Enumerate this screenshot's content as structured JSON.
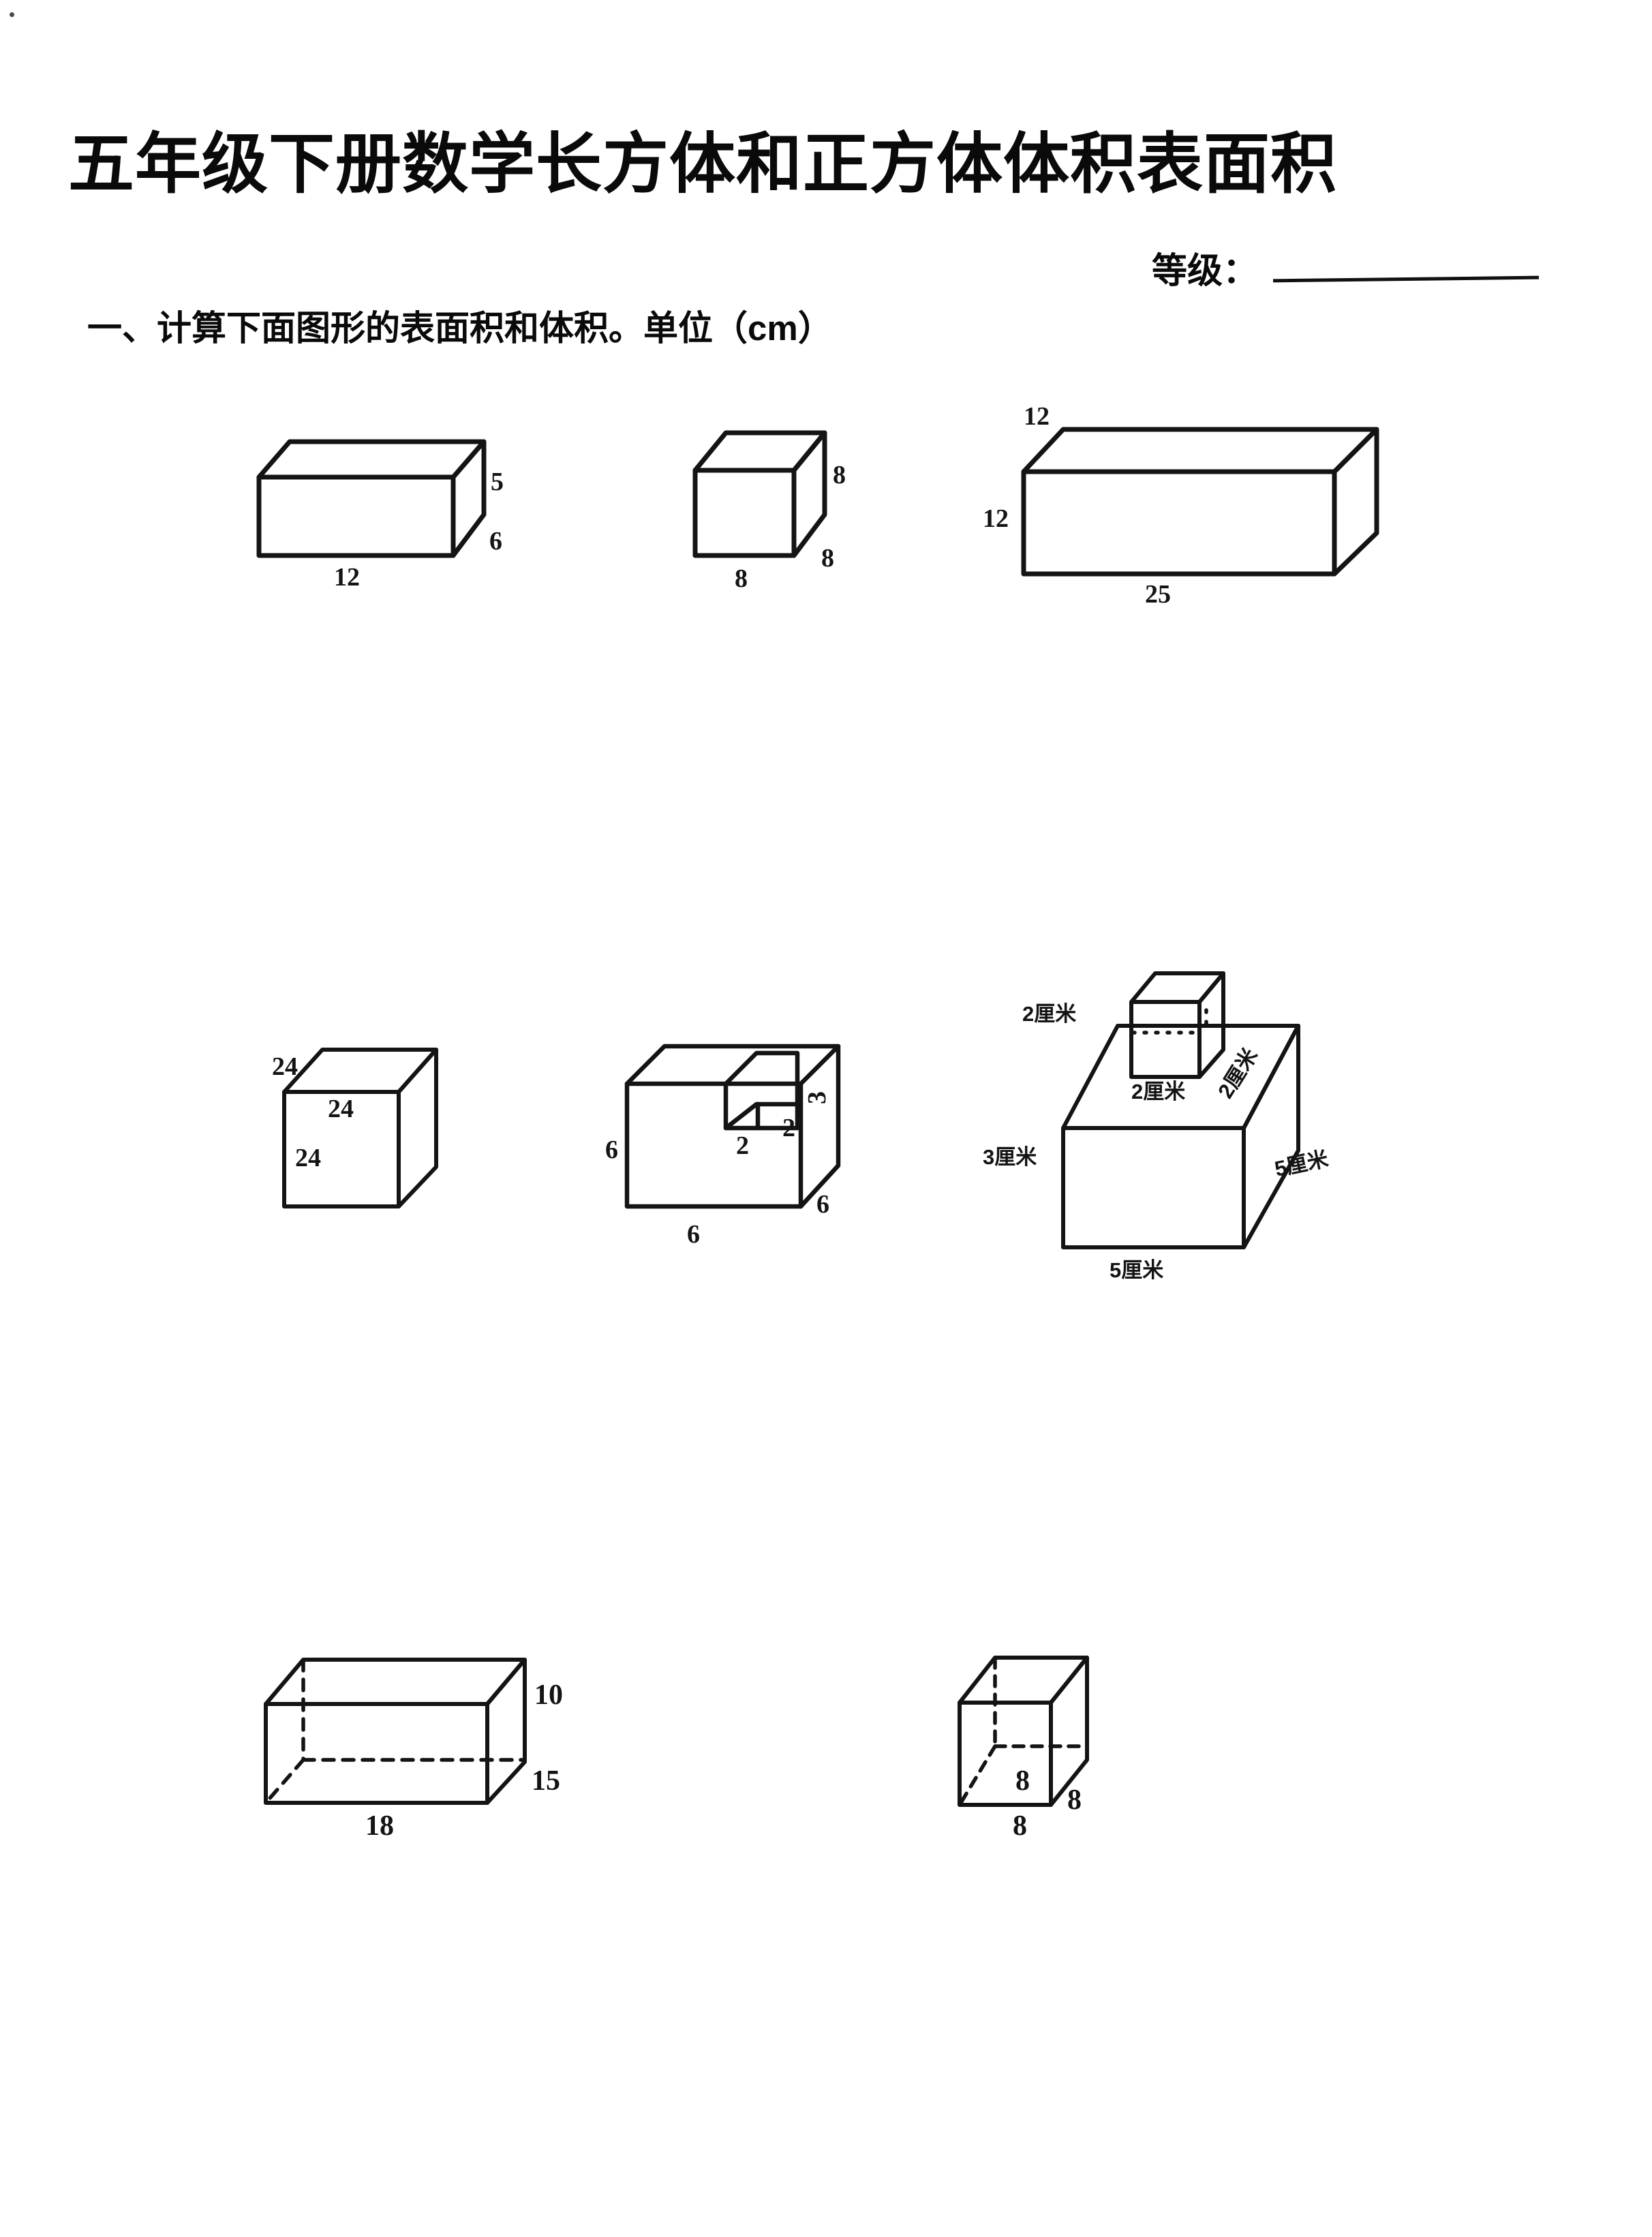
{
  "page": {
    "title": "五年级下册数学长方体和正方体体积表面积",
    "grade_label": "等级：",
    "grade_value": "",
    "section_one": "一、计算下面图形的表面积和体积。单位（cm）",
    "ink_color": "#141414",
    "paper_color": "#ffffff"
  },
  "figures": [
    {
      "name": "cuboid-12-6-5",
      "kind": "solid-cuboid",
      "labels": {
        "height_right": "5",
        "depth_right": "6",
        "width_bottom": "12"
      }
    },
    {
      "name": "cube-8",
      "kind": "solid-cube",
      "labels": {
        "height_right": "8",
        "depth_right": "8",
        "width_bottom": "8"
      }
    },
    {
      "name": "cuboid-25-12-12",
      "kind": "solid-cuboid",
      "labels": {
        "depth_topleft": "12",
        "height_left": "12",
        "width_bottom": "25"
      }
    },
    {
      "name": "cube-24",
      "kind": "solid-cube",
      "labels": {
        "depth_topleft": "24",
        "width_inner_top": "24",
        "height_inner_left": "24"
      }
    },
    {
      "name": "notched-cube-6",
      "kind": "cube-with-corner-notch",
      "labels": {
        "height_left": "6",
        "width_bottom": "6",
        "depth_right": "6",
        "notch_height": "3",
        "notch_width": "2",
        "notch_depth": "2"
      }
    },
    {
      "name": "box-with-cube-on-top",
      "kind": "cuboid-with-small-cube",
      "labels": {
        "cube_edge_topleft": "2厘米",
        "cube_edge_bottom": "2厘米",
        "cube_edge_diagonal": "2厘米",
        "box_height_left": "3厘米",
        "box_depth_right": "5厘米",
        "box_width_bottom": "5厘米"
      }
    },
    {
      "name": "wireframe-cuboid-18-15-10",
      "kind": "transparent-cuboid",
      "labels": {
        "height_right": "10",
        "depth_right": "15",
        "width_bottom": "18"
      }
    },
    {
      "name": "wireframe-cube-8",
      "kind": "transparent-cube",
      "labels": {
        "width_inner": "8",
        "width_bottom": "8",
        "depth_right": "8"
      }
    }
  ]
}
